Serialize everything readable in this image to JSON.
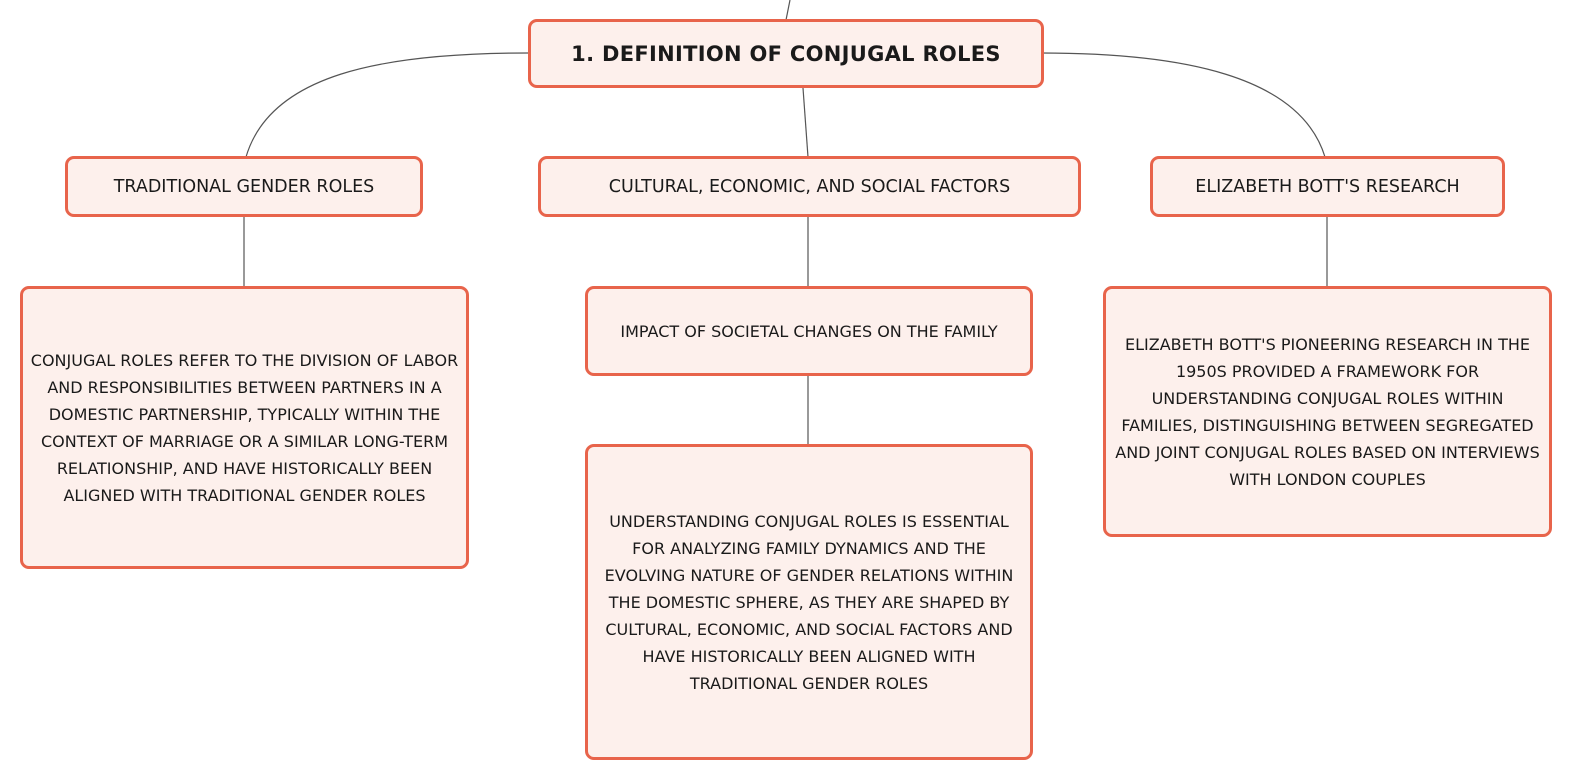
{
  "root": {
    "label": "1. DEFINITION OF CONJUGAL ROLES"
  },
  "branches": [
    {
      "label": "TRADITIONAL GENDER ROLES"
    },
    {
      "label": "CULTURAL, ECONOMIC, AND SOCIAL FACTORS"
    },
    {
      "label": "ELIZABETH BOTT'S RESEARCH"
    }
  ],
  "leaves": {
    "traditional": "CONJUGAL ROLES REFER TO THE DIVISION OF LABOR AND RESPONSIBILITIES BETWEEN PARTNERS IN A DOMESTIC PARTNERSHIP, TYPICALLY WITHIN THE CONTEXT OF MARRIAGE OR A SIMILAR LONG-TERM RELATIONSHIP, AND HAVE HISTORICALLY BEEN ALIGNED WITH TRADITIONAL GENDER ROLES",
    "societal_changes": "IMPACT OF SOCIETAL CHANGES ON THE FAMILY",
    "understanding": "UNDERSTANDING CONJUGAL ROLES IS ESSENTIAL FOR ANALYZING FAMILY DYNAMICS AND THE EVOLVING NATURE OF GENDER RELATIONS WITHIN THE DOMESTIC SPHERE, AS THEY ARE SHAPED BY CULTURAL, ECONOMIC, AND SOCIAL FACTORS AND HAVE HISTORICALLY BEEN ALIGNED WITH TRADITIONAL GENDER ROLES",
    "bott": "ELIZABETH BOTT'S PIONEERING RESEARCH IN THE 1950S PROVIDED A FRAMEWORK FOR UNDERSTANDING CONJUGAL ROLES WITHIN FAMILIES, DISTINGUISHING BETWEEN SEGREGATED AND JOINT CONJUGAL ROLES BASED ON INTERVIEWS WITH LONDON COUPLES"
  },
  "colors": {
    "node_fill": "#fdf0ec",
    "node_border": "#e8644b",
    "connector": "#555555"
  }
}
